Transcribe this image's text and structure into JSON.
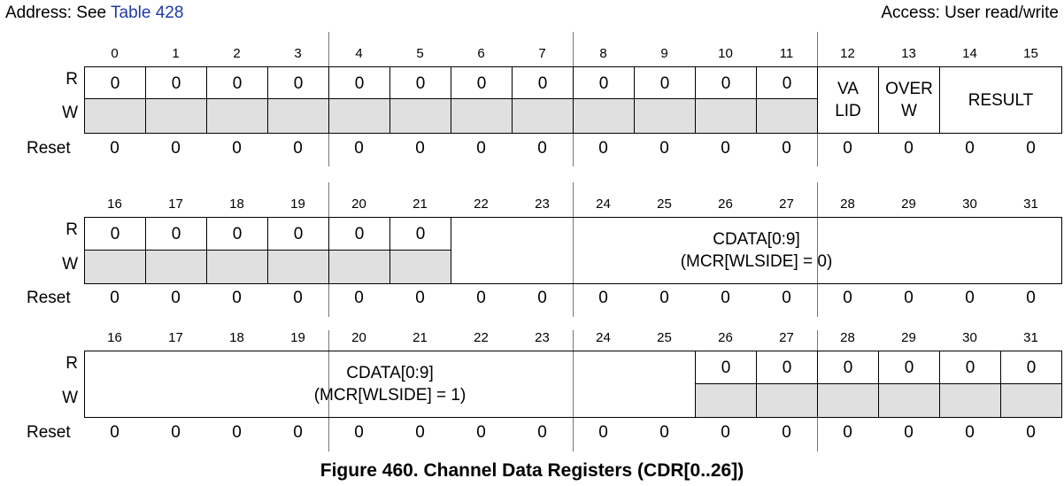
{
  "header": {
    "address_label": "Address:",
    "address_value": "See",
    "address_link": "Table 428",
    "access": "Access: User read/write"
  },
  "row_labels": {
    "read": "R",
    "write": "W",
    "reset": "Reset"
  },
  "caption": "Figure 460. Channel Data Registers (CDR[0..26])",
  "sections": [
    {
      "bits": [
        "0",
        "1",
        "2",
        "3",
        "4",
        "5",
        "6",
        "7",
        "8",
        "9",
        "10",
        "11",
        "12",
        "13",
        "14",
        "15"
      ],
      "read_cells": [
        "0",
        "0",
        "0",
        "0",
        "0",
        "0",
        "0",
        "0",
        "0",
        "0",
        "0",
        "0"
      ],
      "fields": [
        {
          "lines": [
            "VA",
            "LID"
          ]
        },
        {
          "lines": [
            "OVER",
            "W"
          ]
        },
        {
          "lines": [
            "RESULT"
          ]
        }
      ],
      "reset": [
        "0",
        "0",
        "0",
        "0",
        "0",
        "0",
        "0",
        "0",
        "0",
        "0",
        "0",
        "0",
        "0",
        "0",
        "0",
        "0"
      ]
    },
    {
      "bits": [
        "16",
        "17",
        "18",
        "19",
        "20",
        "21",
        "22",
        "23",
        "24",
        "25",
        "26",
        "27",
        "28",
        "29",
        "30",
        "31"
      ],
      "read_cells": [
        "0",
        "0",
        "0",
        "0",
        "0",
        "0"
      ],
      "fields": [
        {
          "lines": [
            "CDATA[0:9]",
            "(MCR[WLSIDE] = 0)"
          ]
        }
      ],
      "reset": [
        "0",
        "0",
        "0",
        "0",
        "0",
        "0",
        "0",
        "0",
        "0",
        "0",
        "0",
        "0",
        "0",
        "0",
        "0",
        "0"
      ]
    },
    {
      "bits": [
        "16",
        "17",
        "18",
        "19",
        "20",
        "21",
        "22",
        "23",
        "24",
        "25",
        "26",
        "27",
        "28",
        "29",
        "30",
        "31"
      ],
      "read_cells": [
        "0",
        "0",
        "0",
        "0",
        "0",
        "0"
      ],
      "fields": [
        {
          "lines": [
            "CDATA[0:9]",
            "(MCR[WLSIDE] = 1)"
          ]
        }
      ],
      "reset": [
        "0",
        "0",
        "0",
        "0",
        "0",
        "0",
        "0",
        "0",
        "0",
        "0",
        "0",
        "0",
        "0",
        "0",
        "0",
        "0"
      ]
    }
  ]
}
